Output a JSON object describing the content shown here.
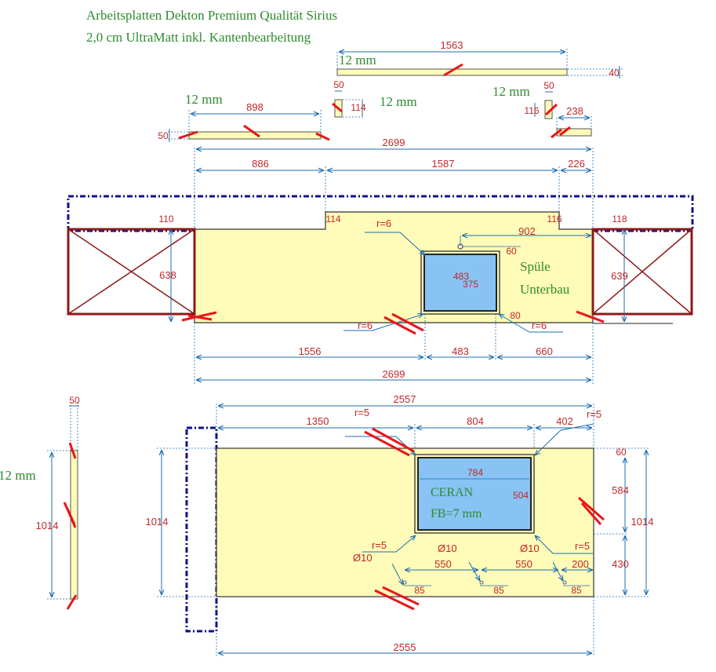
{
  "title": {
    "line1": "Arbeitsplatten Dekton Premium Qualität Sirius",
    "line2": "2,0 cm UltraMatt inkl. Kantenbearbeitung"
  },
  "colors": {
    "panel_fill": "#fffbb8",
    "dimension_line": "#1f6fb0",
    "dimension_text": "#c0282b",
    "cutout_fill": "#88c3f4",
    "label_green": "#2e8b2e",
    "cabinet_frame": "#8b1a1a",
    "outline_dash": "#10108c",
    "edge_mark": "#e8161b"
  },
  "labels": {
    "thickness_1": "12 mm",
    "thickness_2": "12 mm",
    "thickness_3": "12 mm",
    "thickness_4": "12 mm",
    "thickness_5": "12 mm",
    "sink_line1": "Spüle",
    "sink_line2": "Unterbau",
    "hob_line1": "CERAN",
    "hob_line2": "FB=7 mm"
  },
  "dims": {
    "d1563": "1563",
    "d40": "40",
    "d50a": "50",
    "d114": "114",
    "d50b": "50",
    "d116a": "116",
    "d238": "238",
    "d898": "898",
    "d50c": "50",
    "d2699a": "2699",
    "d886": "886",
    "d1587": "1587",
    "d226": "226",
    "d110": "110",
    "d114b": "114",
    "d116b": "116",
    "d118": "118",
    "r6a": "r=6",
    "d902": "902",
    "d60": "60",
    "d638": "638",
    "d639": "639",
    "d483a": "483",
    "d375": "375",
    "d80": "80",
    "r6b": "r=6",
    "r6c": "r=6",
    "d1556": "1556",
    "d483b": "483",
    "d660": "660",
    "d2699b": "2699",
    "d50d": "50",
    "d1014a": "1014",
    "d2557": "2557",
    "d1350": "1350",
    "r5a": "r=5",
    "d804": "804",
    "d402": "402",
    "r5b": "r=5",
    "d60b": "60",
    "d784": "784",
    "d504": "504",
    "d584": "584",
    "d1014b": "1014",
    "d1014c": "1014",
    "d430": "430",
    "r5c": "r=5",
    "r5d": "r=5",
    "o10a": "Ø10",
    "o10b": "Ø10",
    "o10c": "Ø10",
    "d550a": "550",
    "d550b": "550",
    "d200": "200",
    "d85a": "85",
    "d85b": "85",
    "d85c": "85",
    "d2555": "2555"
  }
}
